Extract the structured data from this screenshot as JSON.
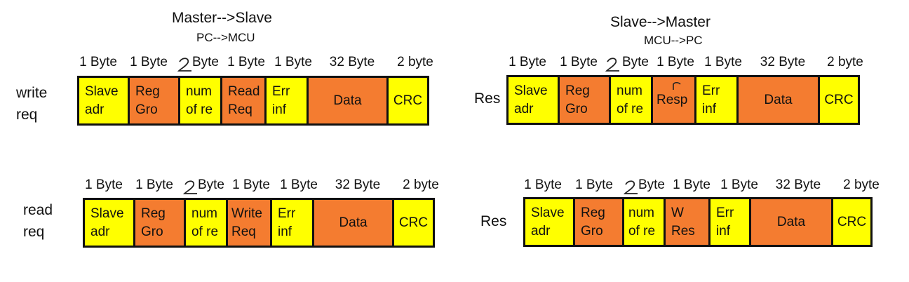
{
  "sections": [
    {
      "title": "Master-->Slave",
      "subtitle": "PC-->MCU",
      "frames": [
        {
          "label": "write\nreq",
          "sizes": [
            "1 Byte",
            "1 Byte",
            "Byte",
            "1 Byte",
            "1 Byte",
            "32 Byte",
            "2 byte"
          ],
          "cells": [
            {
              "text": "Slave\nadr",
              "color": "#ffff00"
            },
            {
              "text": "Reg\nGro",
              "color": "#f47c30"
            },
            {
              "text": "num\nof re",
              "color": "#ffff00"
            },
            {
              "text": "Read\nReq",
              "color": "#f47c30"
            },
            {
              "text": "Err\ninf",
              "color": "#ffff00"
            },
            {
              "text": "Data",
              "color": "#f47c30"
            },
            {
              "text": "CRC",
              "color": "#ffff00"
            }
          ]
        },
        {
          "label": "read\nreq",
          "sizes": [
            "1 Byte",
            "1 Byte",
            "Byte",
            "1 Byte",
            "1 Byte",
            "32 Byte",
            "2 byte"
          ],
          "cells": [
            {
              "text": "Slave\nadr",
              "color": "#ffff00"
            },
            {
              "text": "Reg\nGro",
              "color": "#f47c30"
            },
            {
              "text": "num\nof re",
              "color": "#ffff00"
            },
            {
              "text": "Write\nReq",
              "color": "#f47c30"
            },
            {
              "text": "Err\ninf",
              "color": "#ffff00"
            },
            {
              "text": "Data",
              "color": "#f47c30"
            },
            {
              "text": "CRC",
              "color": "#ffff00"
            }
          ]
        }
      ]
    },
    {
      "title": "Slave-->Master",
      "subtitle": "MCU-->PC",
      "frames": [
        {
          "label": "Res",
          "sizes": [
            "1 Byte",
            "1 Byte",
            "Byte",
            "1 Byte",
            "1 Byte",
            "32 Byte",
            "2 byte"
          ],
          "cells": [
            {
              "text": "Slave\nadr",
              "color": "#ffff00"
            },
            {
              "text": "Reg\nGro",
              "color": "#f47c30"
            },
            {
              "text": "num\nof re",
              "color": "#ffff00"
            },
            {
              "text": "Resp",
              "color": "#f47c30"
            },
            {
              "text": "Err\ninf",
              "color": "#ffff00"
            },
            {
              "text": "Data",
              "color": "#f47c30"
            },
            {
              "text": "CRC",
              "color": "#ffff00"
            }
          ]
        },
        {
          "label": "Res",
          "sizes": [
            "1 Byte",
            "1 Byte",
            "Byte",
            "1 Byte",
            "1 Byte",
            "32 Byte",
            "2 byte"
          ],
          "cells": [
            {
              "text": "Slave\nadr",
              "color": "#ffff00"
            },
            {
              "text": "Reg\nGro",
              "color": "#f47c30"
            },
            {
              "text": "num\nof re",
              "color": "#ffff00"
            },
            {
              "text": "W\nRes",
              "color": "#f47c30"
            },
            {
              "text": "Err\ninf",
              "color": "#ffff00"
            },
            {
              "text": "Data",
              "color": "#f47c30"
            },
            {
              "text": "CRC",
              "color": "#ffff00"
            }
          ]
        }
      ]
    }
  ]
}
